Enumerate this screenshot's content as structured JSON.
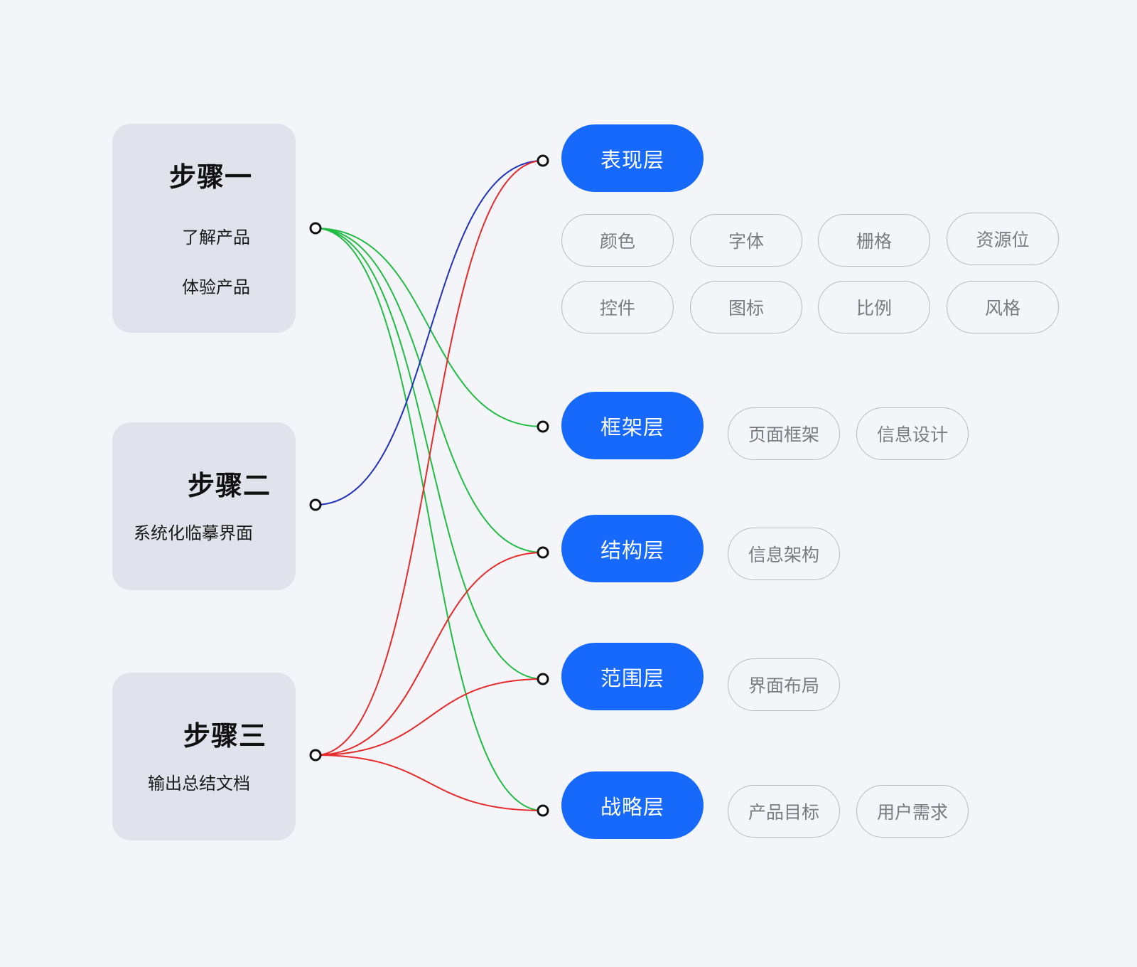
{
  "steps": [
    {
      "title": "步骤一",
      "lines": [
        "了解产品",
        "体验产品"
      ]
    },
    {
      "title": "步骤二",
      "lines": [
        "系统化临摹界面"
      ]
    },
    {
      "title": "步骤三",
      "lines": [
        "输出总结文档"
      ]
    }
  ],
  "layers": [
    {
      "label": "表现层",
      "tags": [
        "颜色",
        "字体",
        "栅格",
        "资源位",
        "控件",
        "图标",
        "比例",
        "风格"
      ]
    },
    {
      "label": "框架层",
      "tags": [
        "页面框架",
        "信息设计"
      ]
    },
    {
      "label": "结构层",
      "tags": [
        "信息架构"
      ]
    },
    {
      "label": "范围层",
      "tags": [
        "界面布局"
      ]
    },
    {
      "label": "战略层",
      "tags": [
        "产品目标",
        "用户需求"
      ]
    }
  ],
  "connections": [
    {
      "from": 0,
      "to": 1,
      "color": "#22bb44"
    },
    {
      "from": 0,
      "to": 2,
      "color": "#22bb44"
    },
    {
      "from": 0,
      "to": 3,
      "color": "#22bb44"
    },
    {
      "from": 0,
      "to": 4,
      "color": "#22bb44"
    },
    {
      "from": 1,
      "to": 0,
      "color": "#2233bb"
    },
    {
      "from": 2,
      "to": 0,
      "color": "#e52b2b"
    },
    {
      "from": 2,
      "to": 2,
      "color": "#e52b2b"
    },
    {
      "from": 2,
      "to": 3,
      "color": "#e52b2b"
    },
    {
      "from": 2,
      "to": 4,
      "color": "#e52b2b"
    }
  ],
  "colors": {
    "layer_fill": "#1669fb",
    "step_fill": "#e1e2ec",
    "background": "#f4f5f9"
  }
}
